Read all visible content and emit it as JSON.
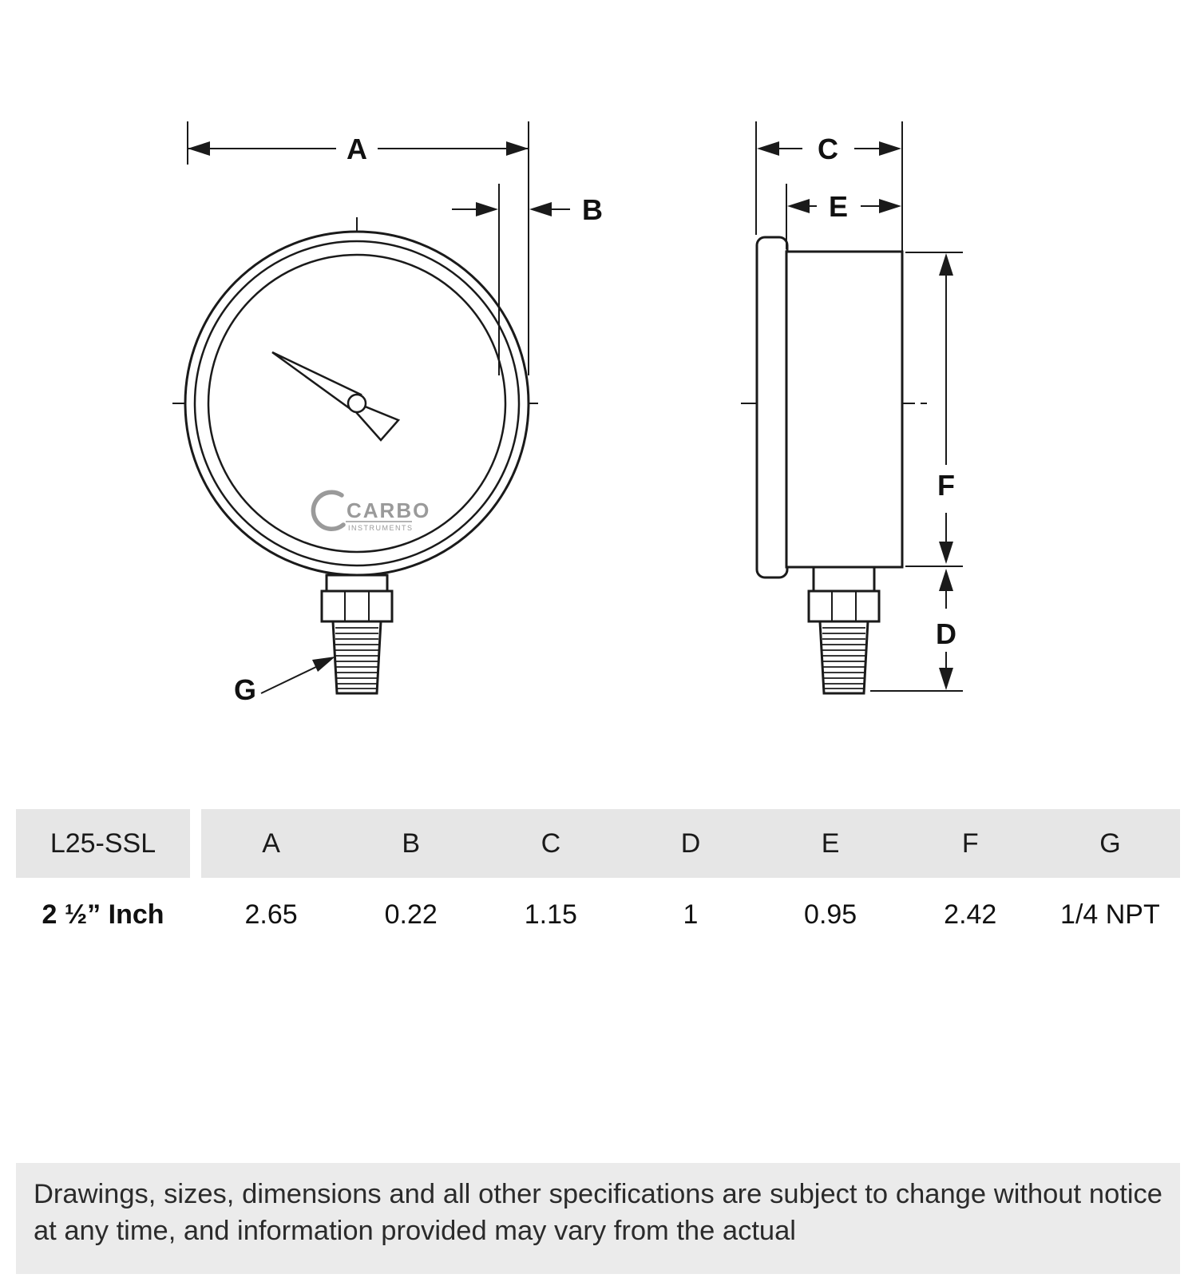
{
  "drawing": {
    "labels": {
      "a": "A",
      "b": "B",
      "c": "C",
      "d": "D",
      "e": "E",
      "f": "F",
      "g": "G"
    },
    "logo": {
      "name": "CARBO",
      "sub": "INSTRUMENTS"
    }
  },
  "table": {
    "headers": [
      "L25-SSL",
      "A",
      "B",
      "C",
      "D",
      "E",
      "F",
      "G"
    ],
    "row": [
      "2 ½” Inch",
      "2.65",
      "0.22",
      "1.15",
      "1",
      "0.95",
      "2.42",
      "1/4 NPT"
    ]
  },
  "disclaimer": "Drawings, sizes, dimensions and all other specifications are subject to change without notice at any time, and information provided may vary from the actual"
}
